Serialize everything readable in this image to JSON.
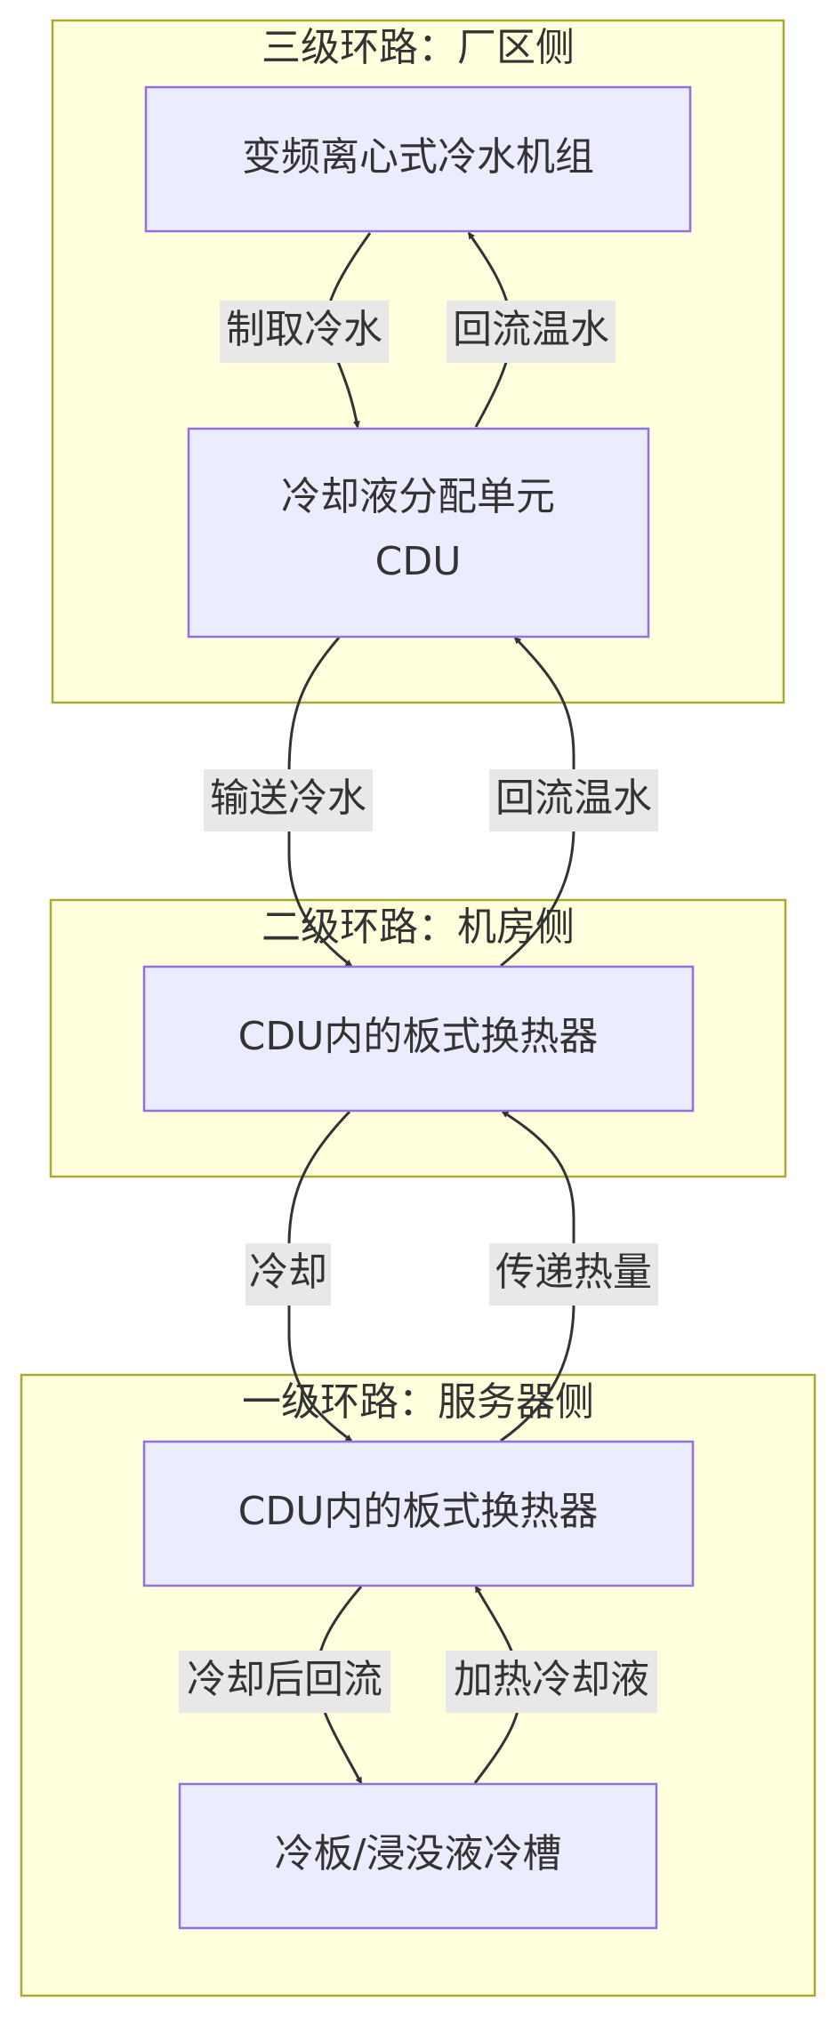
{
  "clusters": {
    "tier3": {
      "title": "三级环路：厂区侧"
    },
    "tier2": {
      "title": "二级环路：机房侧"
    },
    "tier1": {
      "title": "一级环路：服务器侧"
    }
  },
  "nodes": {
    "chiller": {
      "label": "变频离心式冷水机组"
    },
    "cdu_unit": {
      "line1": "冷却液分配单元",
      "line2": "CDU"
    },
    "hx_room": {
      "label": "CDU内的板式换热器"
    },
    "hx_server": {
      "label": "CDU内的板式换热器"
    },
    "cold_plate": {
      "label": "冷板/浸没液冷槽"
    }
  },
  "edges": {
    "chiller_to_cdu": {
      "label": "制取冷水"
    },
    "cdu_to_chiller": {
      "label": "回流温水"
    },
    "cdu_to_hx_room": {
      "label": "输送冷水"
    },
    "hx_room_to_cdu": {
      "label": "回流温水"
    },
    "hx_room_to_hx_server": {
      "label": "冷却"
    },
    "hx_server_to_hx_room": {
      "label": "传递热量"
    },
    "hx_server_to_plate": {
      "label": "冷却后回流"
    },
    "plate_to_hx_server": {
      "label": "加热冷却液"
    }
  },
  "colors": {
    "cluster_fill": "#ffffde",
    "cluster_stroke": "#aaaa33",
    "node_fill": "#ececff",
    "node_stroke": "#9370db",
    "edge": "#333333",
    "edge_label_bg": "#e8e8e8",
    "text": "#333333"
  }
}
